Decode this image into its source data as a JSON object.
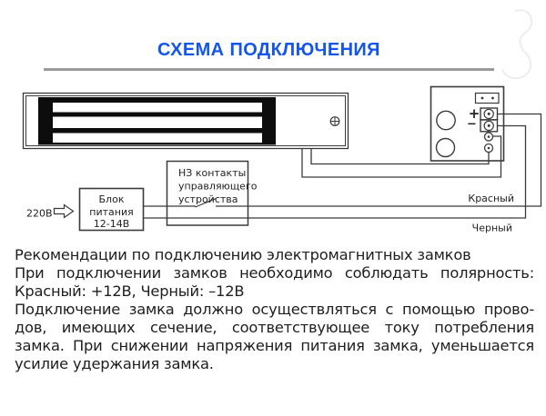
{
  "title": "СХЕМА ПОДКЛЮЧЕНИЯ",
  "colors": {
    "title_blue": "#1456ea",
    "underline_gray": "#9b9b9b",
    "diagram_stroke": "#3a3a3a",
    "lock_fill": "#0d0d0d",
    "body_text": "#1e1e1e"
  },
  "diagram": {
    "mains_label": "220В",
    "psu_box": {
      "line1": "Блок",
      "line2": "питания",
      "line3": "12-14В"
    },
    "nc_box": {
      "line1": "НЗ контакты",
      "line2": "управляющего",
      "line3": "устройства"
    },
    "terminals": {
      "plus": "+",
      "minus": "−"
    },
    "wire_labels": {
      "red": "Красный",
      "black": "Черный"
    }
  },
  "recommendations": {
    "lines": [
      "Рекомендации по подключению электромагнитных замков",
      "При подключении замков необходимо соблюдать полярность:",
      "Красный: +12В, Черный: –12В",
      "Подключение замка должно осуществляться с помощью прово-",
      "дов, имеющих сечение, соответствующее току потребления",
      "замка. При снижении напряжения питания замка, уменьшается",
      "усилие удержания замка."
    ]
  }
}
